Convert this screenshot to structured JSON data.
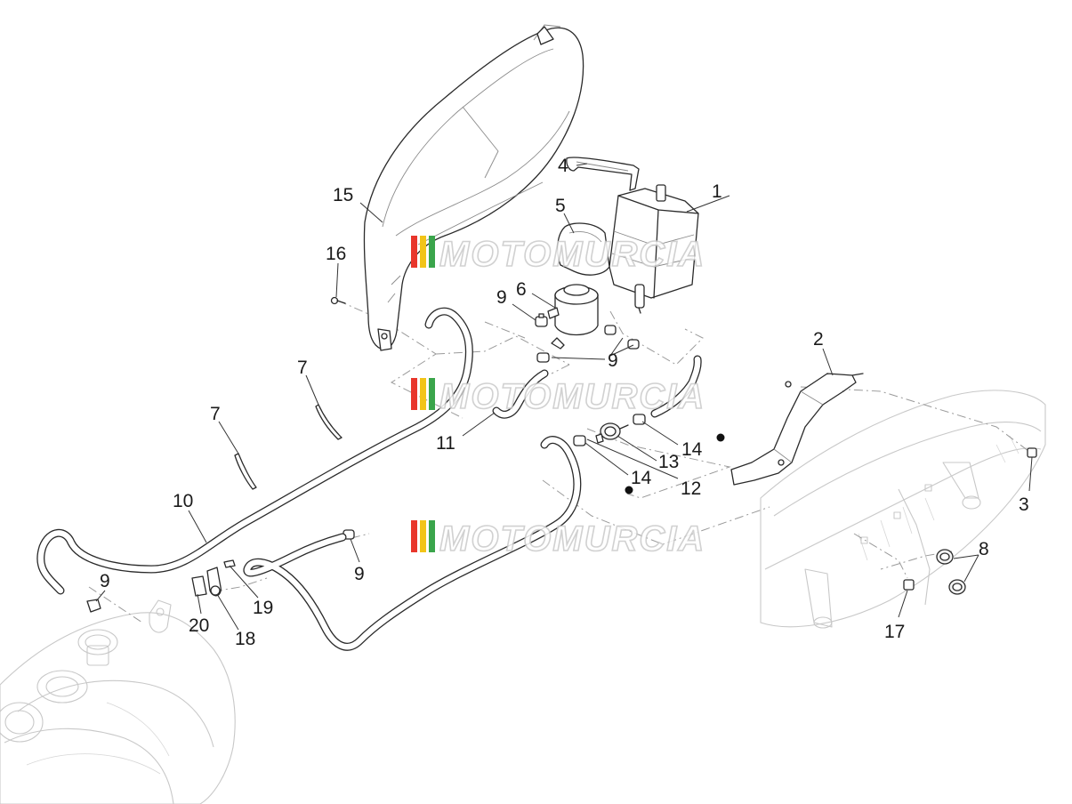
{
  "watermark": {
    "text": "MOTOMURCIA",
    "stripe_colors": [
      "#e8362b",
      "#f2c418",
      "#3aa54b"
    ]
  },
  "callouts": [
    {
      "id": "c1",
      "label": "1"
    },
    {
      "id": "c2",
      "label": "2"
    },
    {
      "id": "c3",
      "label": "3"
    },
    {
      "id": "c4",
      "label": "4"
    },
    {
      "id": "c5",
      "label": "5"
    },
    {
      "id": "c6",
      "label": "6"
    },
    {
      "id": "c7a",
      "label": "7"
    },
    {
      "id": "c7b",
      "label": "7"
    },
    {
      "id": "c8",
      "label": "8"
    },
    {
      "id": "c9a",
      "label": "9"
    },
    {
      "id": "c9b",
      "label": "9"
    },
    {
      "id": "c9c",
      "label": "9"
    },
    {
      "id": "c9d",
      "label": "9"
    },
    {
      "id": "c10",
      "label": "10"
    },
    {
      "id": "c11",
      "label": "11"
    },
    {
      "id": "c12",
      "label": "12"
    },
    {
      "id": "c13",
      "label": "13"
    },
    {
      "id": "c14a",
      "label": "14"
    },
    {
      "id": "c14b",
      "label": "14"
    },
    {
      "id": "c15",
      "label": "15"
    },
    {
      "id": "c16",
      "label": "16"
    },
    {
      "id": "c17",
      "label": "17"
    },
    {
      "id": "c18",
      "label": "18"
    },
    {
      "id": "c19",
      "label": "19"
    },
    {
      "id": "c20",
      "label": "20"
    }
  ]
}
